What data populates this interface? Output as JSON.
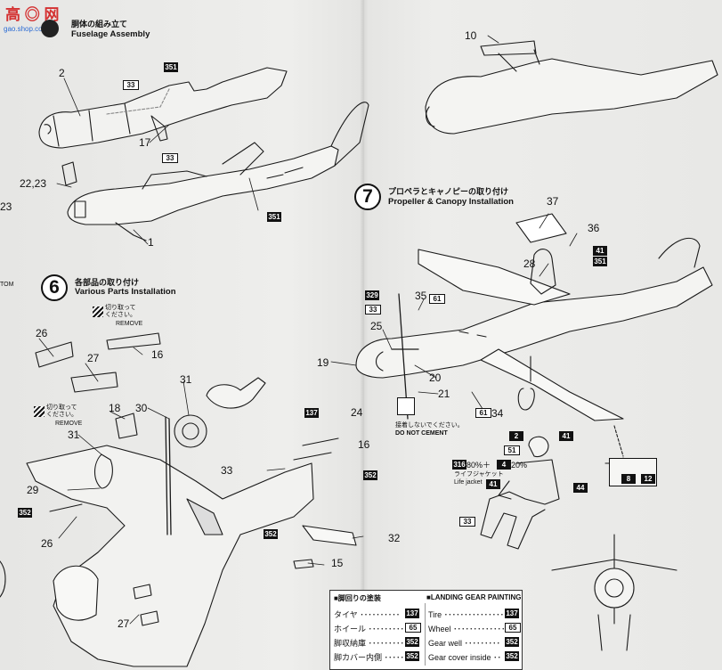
{
  "watermark": {
    "top": "高 ◎ 网",
    "bottom": "gao.shop.com"
  },
  "left_cut_labels": {
    "a": "23",
    "b": "TOM"
  },
  "fuselage_assembly": {
    "title_jp": "胴体の組み立て",
    "title_en": "Fuselage Assembly",
    "parts": {
      "p2": "2",
      "p17": "17",
      "p2223": "22,23",
      "p1": "1"
    },
    "codes": {
      "c351a": "351",
      "c33a": "33",
      "c33b": "33",
      "c351b": "351"
    }
  },
  "step6": {
    "number": "6",
    "title_jp": "各部品の取り付け",
    "title_en": "Various Parts Installation",
    "remove1": {
      "jp": "切り取って\nください。",
      "en": "REMOVE"
    },
    "remove2": {
      "jp": "切り取って\nください。",
      "en": "REMOVE"
    },
    "parts": {
      "p26a": "26",
      "p27a": "27",
      "p16a": "16",
      "p18": "18",
      "p30": "30",
      "p31a": "31",
      "p31b": "31",
      "p29": "29",
      "p26b": "26",
      "p27b": "27",
      "p24": "24",
      "p16b": "16",
      "p33": "33",
      "p32": "32",
      "p15": "15"
    },
    "codes": {
      "c352a": "352",
      "c352b": "352",
      "c352c": "352",
      "c137": "137"
    }
  },
  "top_right": {
    "parts": {
      "p10": "10"
    }
  },
  "step7": {
    "number": "7",
    "title_jp": "プロペラとキャノピーの取り付け",
    "title_en": "Propeller & Canopy Installation",
    "parts": {
      "p37": "37",
      "p36": "36",
      "p28": "28",
      "p35": "35",
      "p25": "25",
      "p19": "19",
      "p20": "20",
      "p21": "21",
      "p34": "34"
    },
    "codes": {
      "c41a": "41",
      "c351": "351",
      "c329": "329",
      "c33": "33",
      "c61a": "61",
      "c61b": "61"
    },
    "donot_cement": {
      "jp": "接着しないでください。",
      "en": "DO NOT CEMENT"
    }
  },
  "pilot": {
    "codes": {
      "c2": "2",
      "c41": "41",
      "c51": "51",
      "c316": "316",
      "c4": "4",
      "c41b": "41",
      "c44": "44",
      "c33": "33"
    },
    "mix": {
      "pct1": "80%＋",
      "pct2": "20%"
    },
    "lifejacket_jp": "ライフジャケット",
    "lifejacket_en": "Life jacket"
  },
  "inset": {
    "codes": {
      "c8": "8",
      "c12": "12"
    }
  },
  "legend": {
    "header_jp": "■脚回りの塗装",
    "header_en": "■LANDING GEAR PAINTING",
    "rows": [
      {
        "jp": "タイヤ ･･････････",
        "code": "137",
        "en": "Tire ･･･････････････",
        "code_en": "137"
      },
      {
        "jp": "ホイール ･････････",
        "code": "65",
        "en": "Wheel ･････････････",
        "code_en": "65"
      },
      {
        "jp": "脚収納庫 ･････････",
        "code": "352",
        "en": "Gear well ･････････",
        "code_en": "352"
      },
      {
        "jp": "脚カバー内側 ･････",
        "code": "352",
        "en": "Gear cover inside ･･",
        "code_en": "352"
      }
    ]
  }
}
